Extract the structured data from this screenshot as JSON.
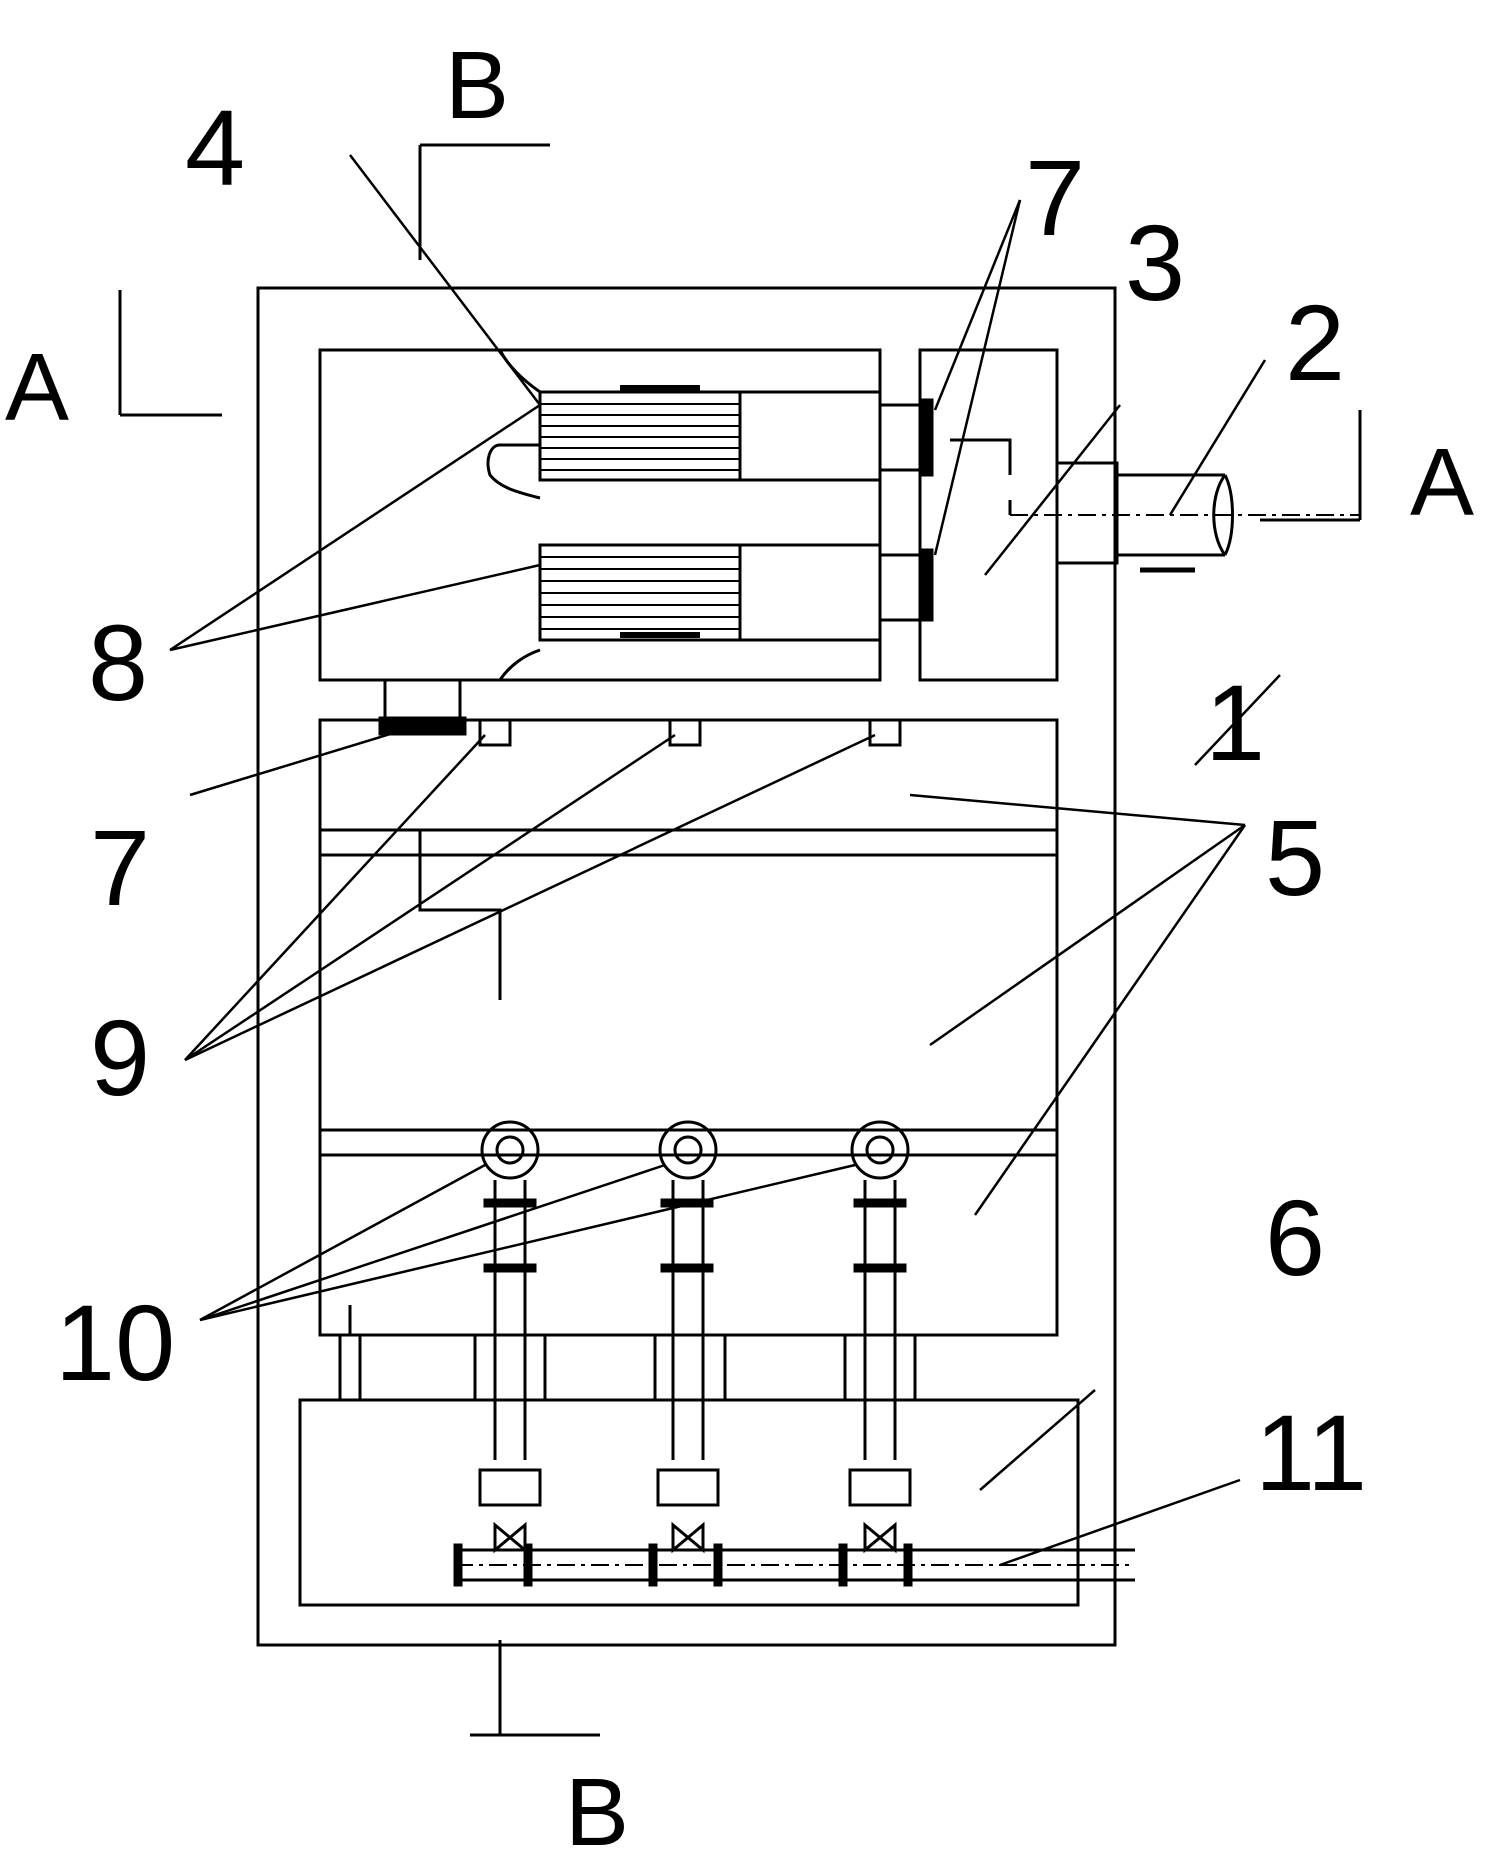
{
  "section_marks": {
    "top": "B",
    "bottom": "B",
    "left": "A",
    "right": "A"
  },
  "callouts": {
    "c1": "1",
    "c2": "2",
    "c3": "3",
    "c4": "4",
    "c5": "5",
    "c6": "6",
    "c7_top": "7",
    "c7_left": "7",
    "c8": "8",
    "c9": "9",
    "c10": "10",
    "c11": "11"
  }
}
